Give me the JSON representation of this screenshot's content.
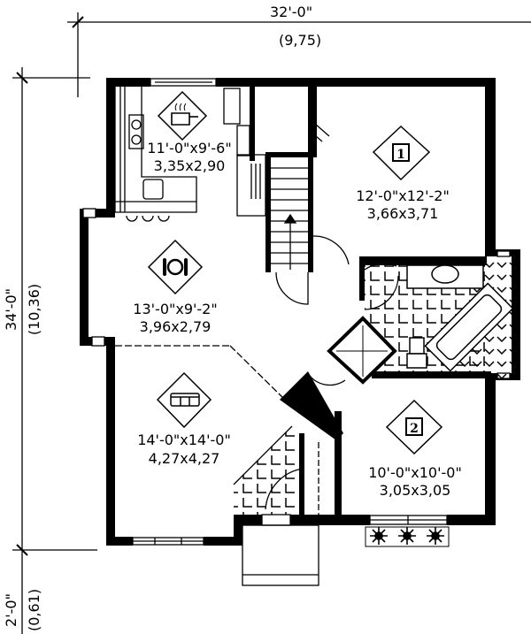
{
  "dimensions": {
    "overall_width_imperial": "32'-0\"",
    "overall_width_metric": "(9,75)",
    "overall_depth_imperial": "34'-0\"",
    "overall_depth_metric": "(10,36)",
    "porch_depth_imperial": "2'-0\"",
    "porch_depth_metric": "(0,61)"
  },
  "rooms": [
    {
      "id": "kitchen",
      "icon": "cooking-pot-icon",
      "size_imperial": "11'-0\"x9'-6\"",
      "size_metric": "3,35x2,90"
    },
    {
      "id": "bedroom-1",
      "icon": "bedroom-1-icon",
      "icon_label": "1",
      "size_imperial": "12'-0\"x12'-2\"",
      "size_metric": "3,66x3,71"
    },
    {
      "id": "dining",
      "icon": "plate-cutlery-icon",
      "size_imperial": "13'-0\"x9'-2\"",
      "size_metric": "3,96x2,79"
    },
    {
      "id": "living",
      "icon": "sofa-icon",
      "size_imperial": "14'-0\"x14'-0\"",
      "size_metric": "4,27x4,27"
    },
    {
      "id": "bedroom-2",
      "icon": "bedroom-2-icon",
      "icon_label": "2",
      "size_imperial": "10'-0\"x10'-0\"",
      "size_metric": "3,05x3,05"
    }
  ],
  "colors": {
    "ink": "#000000",
    "paper": "#ffffff"
  }
}
